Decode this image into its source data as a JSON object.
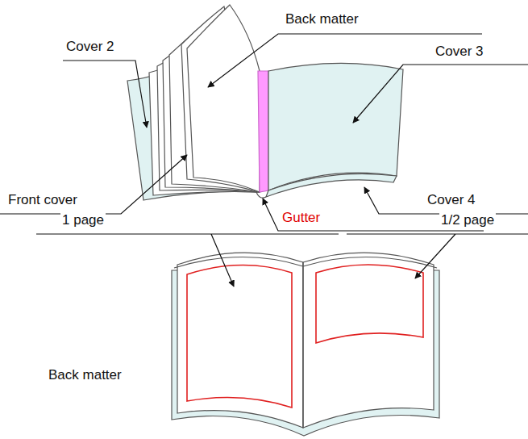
{
  "diagram": {
    "labels": [
      "Back matter",
      "Cover 2",
      "Cover 3",
      "Front cover",
      "Gutter",
      "Cover 4",
      "1 page",
      "1/2 page",
      "Back matter"
    ]
  }
}
